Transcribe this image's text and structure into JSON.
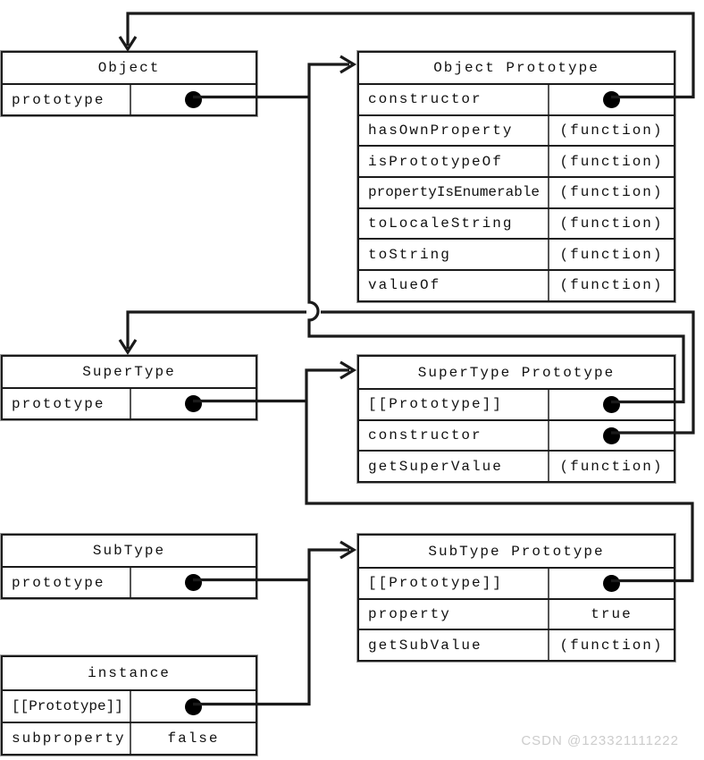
{
  "figure": {
    "kind": "prototype-chain-diagram",
    "boxes": [
      {
        "id": "object",
        "title": "Object",
        "rows": [
          {
            "name": "prototype",
            "pointer": true
          }
        ]
      },
      {
        "id": "object-prototype",
        "title": "Object Prototype",
        "rows": [
          {
            "name": "constructor",
            "pointer": true
          },
          {
            "name": "hasOwnProperty",
            "value": "(function)"
          },
          {
            "name": "isPrototypeOf",
            "value": "(function)"
          },
          {
            "name": "propertyIsEnumerable",
            "value": "(function)"
          },
          {
            "name": "toLocaleString",
            "value": "(function)"
          },
          {
            "name": "toString",
            "value": "(function)"
          },
          {
            "name": "valueOf",
            "value": "(function)"
          }
        ]
      },
      {
        "id": "supertype",
        "title": "SuperType",
        "rows": [
          {
            "name": "prototype",
            "pointer": true
          }
        ]
      },
      {
        "id": "supertype-prototype",
        "title": "SuperType Prototype",
        "rows": [
          {
            "name": "[[Prototype]]",
            "pointer": true
          },
          {
            "name": "constructor",
            "pointer": true
          },
          {
            "name": "getSuperValue",
            "value": "(function)"
          }
        ]
      },
      {
        "id": "subtype",
        "title": "SubType",
        "rows": [
          {
            "name": "prototype",
            "pointer": true
          }
        ]
      },
      {
        "id": "subtype-prototype",
        "title": "SubType Prototype",
        "rows": [
          {
            "name": "[[Prototype]]",
            "pointer": true
          },
          {
            "name": "property",
            "value": "true"
          },
          {
            "name": "getSubValue",
            "value": "(function)"
          }
        ]
      },
      {
        "id": "instance",
        "title": "instance",
        "rows": [
          {
            "name": "[[Prototype]]",
            "pointer": true
          },
          {
            "name": "subproperty",
            "value": "false"
          }
        ]
      }
    ],
    "connections": [
      {
        "from": "object.prototype",
        "to": "object-prototype"
      },
      {
        "from": "object-prototype.constructor",
        "to": "object"
      },
      {
        "from": "supertype.prototype",
        "to": "supertype-prototype"
      },
      {
        "from": "supertype-prototype.[[Prototype]]",
        "to": "object-prototype"
      },
      {
        "from": "supertype-prototype.constructor",
        "to": "supertype"
      },
      {
        "from": "subtype.prototype",
        "to": "subtype-prototype"
      },
      {
        "from": "subtype-prototype.[[Prototype]]",
        "to": "supertype-prototype"
      },
      {
        "from": "instance.[[Prototype]]",
        "to": "subtype-prototype"
      }
    ],
    "watermark": "CSDN @123321111222",
    "colors": {
      "line": "#1a1a1a",
      "background": "#ffffff",
      "watermark": "#cccccc"
    }
  }
}
